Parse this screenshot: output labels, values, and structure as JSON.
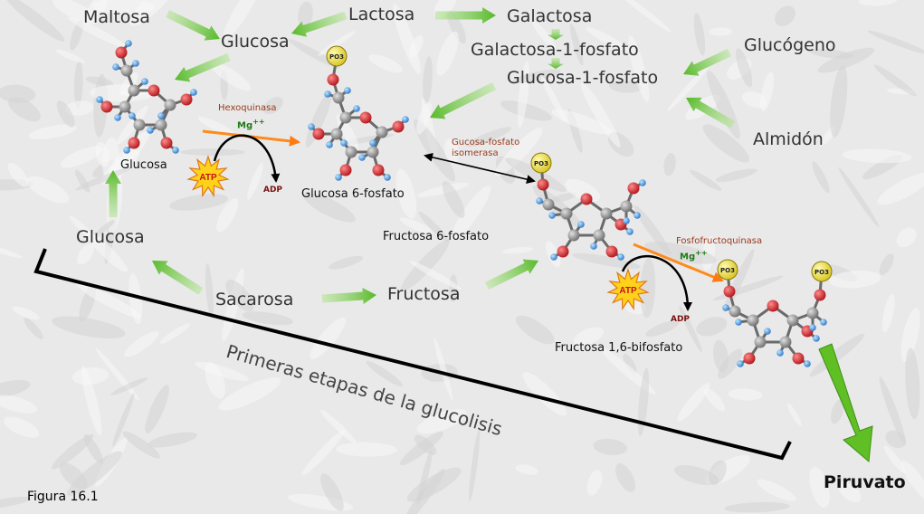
{
  "labels": {
    "maltosa": "Maltosa",
    "lactosa": "Lactosa",
    "galactosa": "Galactosa",
    "glucosa_top": "Glucosa",
    "galactosa_1_fosfato": "Galactosa-1-fosfato",
    "glucosa_1_fosfato": "Glucosa-1-fosfato",
    "glucogeno": "Glucógeno",
    "almidon": "Almidón",
    "glucosa_struct": "Glucosa",
    "glucosa_6_fosfato": "Glucosa 6-fosfato",
    "fructosa_6_fosfato": "Fructosa 6-fosfato",
    "fructosa_1_6_bifosfato": "Fructosa 1,6-bifosfato",
    "glucosa_left": "Glucosa",
    "sacarosa": "Sacarosa",
    "fructosa": "Fructosa",
    "piruvato": "Piruvato",
    "primeras_etapas": "Primeras etapas de la glucolisis",
    "figura": "Figura 16.1"
  },
  "enzymes": {
    "hexoquinasa": "Hexoquinasa",
    "isomerasa_line1": "Gucosa-fosfato",
    "isomerasa_line2": "isomerasa",
    "fosfofructoquinasa": "Fosfofructoquinasa",
    "mg": "Mg"
  },
  "cofactors": {
    "atp": "ATP",
    "adp": "ADP",
    "po3": "PO3"
  },
  "colors": {
    "green_arrow": "#6cc43a",
    "orange_arrow": "#ff8a1a",
    "atom_carbon": "#8a8a8a",
    "atom_oxygen": "#d6262a",
    "atom_hydrogen": "#3a86d8",
    "phosphate": "#f2e24a",
    "atp_star": "#ffd21a"
  }
}
